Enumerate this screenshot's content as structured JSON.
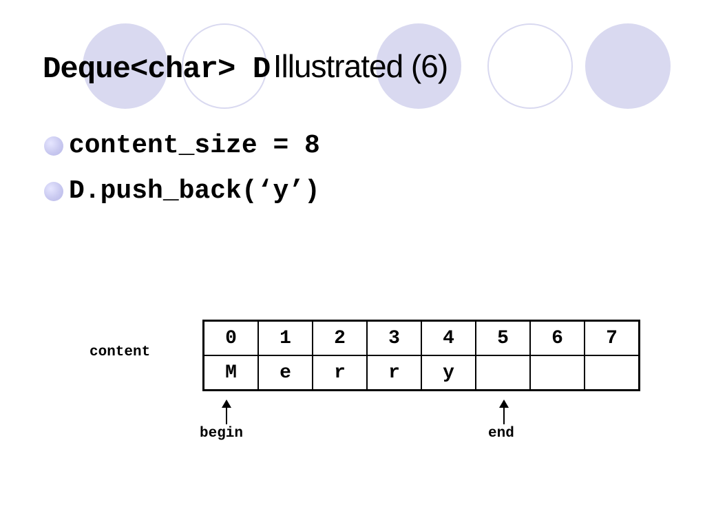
{
  "title": {
    "code": "Deque<char> D",
    "rest": "Illustrated (6)"
  },
  "bullets": [
    "content_size = 8",
    "D.push_back(‘y’)"
  ],
  "diagram": {
    "array_label": "content",
    "indices": [
      "0",
      "1",
      "2",
      "3",
      "4",
      "5",
      "6",
      "7"
    ],
    "values": [
      "M",
      "e",
      "r",
      "r",
      "y",
      "",
      "",
      ""
    ],
    "pointers": {
      "begin": "begin",
      "end": "end"
    }
  },
  "colors": {
    "accent_circle": "#d9d9f0"
  }
}
